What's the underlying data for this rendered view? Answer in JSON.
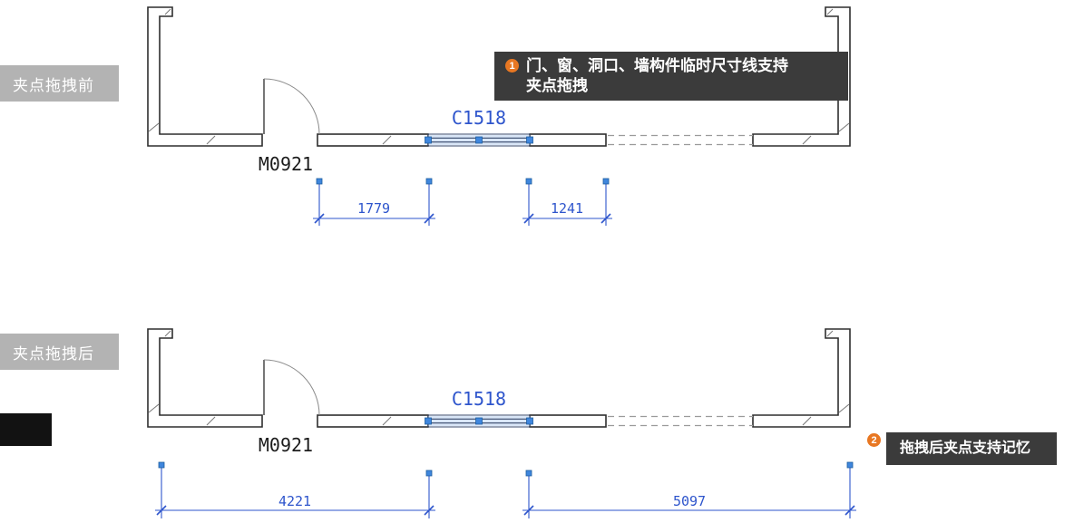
{
  "colors": {
    "wall": "#2e2e2e",
    "dim": "#2e55cc",
    "grip": "#3f86dd",
    "badge": "#b3b3b3",
    "tooltip-bg": "#3b3b3b",
    "marker": "#e87722",
    "dash": "#9a9a9a"
  },
  "sections": {
    "before": {
      "badge": "夹点拖拽前",
      "door_label": "M0921",
      "window_label": "C1518",
      "dims": [
        "1779",
        "1241"
      ]
    },
    "after": {
      "badge": "夹点拖拽后",
      "door_label": "M0921",
      "window_label": "C1518",
      "dims": [
        "4221",
        "5097"
      ]
    }
  },
  "annotations": [
    {
      "number": "1",
      "text": "门、窗、洞口、墙构件临时尺寸线支持夹点拖拽"
    },
    {
      "number": "2",
      "text": "拖拽后夹点支持记忆"
    }
  ]
}
